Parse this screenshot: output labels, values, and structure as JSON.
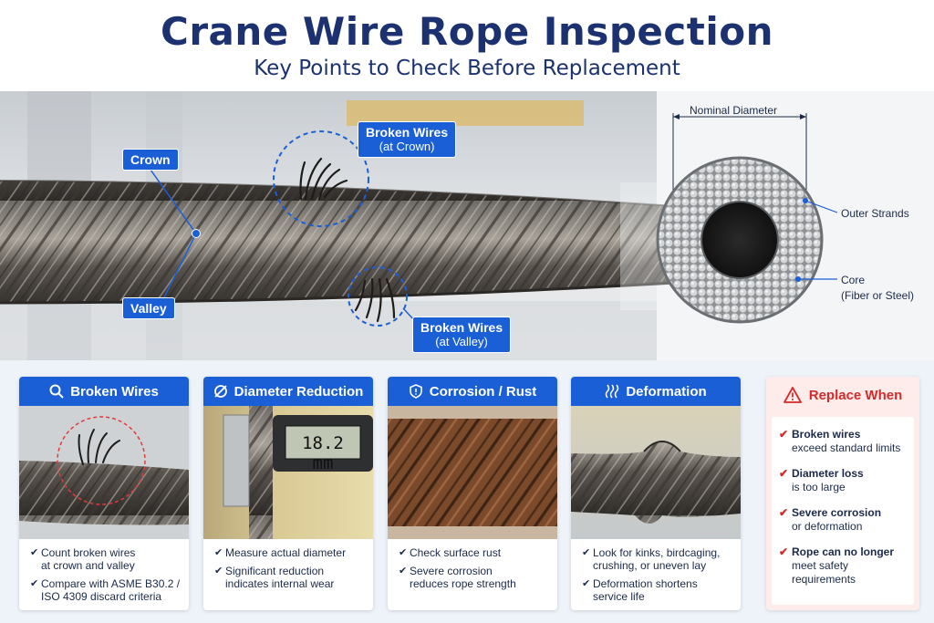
{
  "header": {
    "title": "Crane Wire Rope Inspection",
    "subtitle": "Key Points to Check Before Replacement"
  },
  "hero": {
    "callouts": {
      "crown": "Crown",
      "valley": "Valley",
      "broken_crown_title": "Broken Wires",
      "broken_crown_sub": "(at Crown)",
      "broken_valley_title": "Broken Wires",
      "broken_valley_sub": "(at Valley)"
    },
    "cross_section": {
      "nominal_diameter": "Nominal Diameter",
      "outer_strands": "Outer Strands",
      "core": "Core",
      "core_sub": "(Fiber or Steel)"
    }
  },
  "cards": [
    {
      "title": "Broken Wires",
      "icon": "magnifier-icon",
      "items": [
        {
          "line1": "Count broken wires",
          "line2": "at crown and valley"
        },
        {
          "line1": "Compare with ASME B30.2 /",
          "line2": "ISO 4309 discard criteria"
        }
      ]
    },
    {
      "title": "Diameter Reduction",
      "icon": "diameter-icon",
      "caliper_reading": "18.2 mm",
      "items": [
        {
          "line1": "Measure actual diameter",
          "line2": ""
        },
        {
          "line1": "Significant reduction",
          "line2": "indicates internal wear"
        }
      ]
    },
    {
      "title": "Corrosion / Rust",
      "icon": "shield-icon",
      "items": [
        {
          "line1": "Check surface rust",
          "line2": ""
        },
        {
          "line1": "Severe corrosion",
          "line2": "reduces rope strength"
        }
      ]
    },
    {
      "title": "Deformation",
      "icon": "deformation-icon",
      "items": [
        {
          "line1": "Look for kinks, birdcaging,",
          "line2": "crushing, or uneven lay"
        },
        {
          "line1": "Deformation shortens",
          "line2": "service life"
        }
      ]
    }
  ],
  "replace": {
    "title": "Replace When",
    "items": [
      {
        "strong": "Broken wires",
        "rest": "exceed standard limits"
      },
      {
        "strong": "Diameter loss",
        "rest": "is too large"
      },
      {
        "strong": "Severe corrosion",
        "rest": "or deformation"
      },
      {
        "strong": "Rope can no longer",
        "rest": "meet safety requirements"
      }
    ]
  },
  "colors": {
    "title": "#1c3270",
    "accent_blue": "#1a5fd6",
    "warning_red": "#d42a2a"
  }
}
